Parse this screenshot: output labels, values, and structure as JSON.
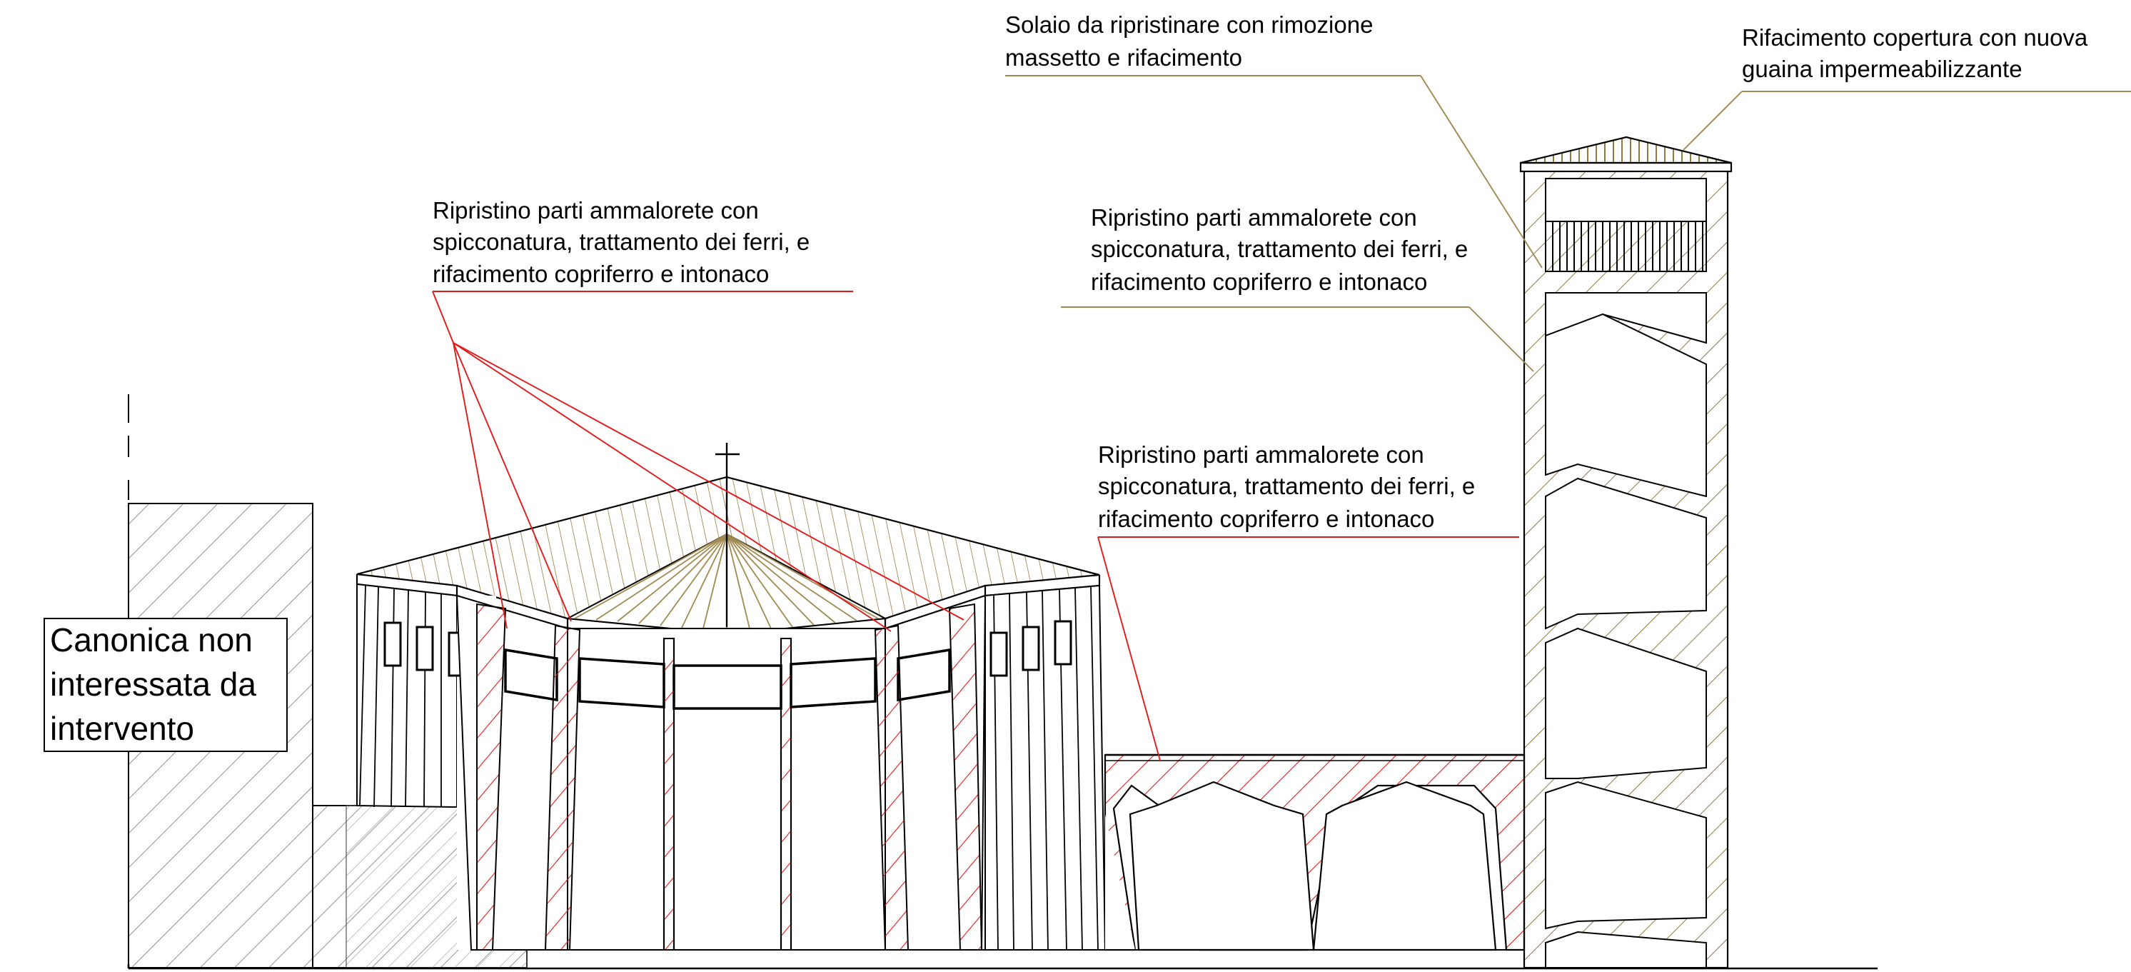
{
  "labels": {
    "canonica_line1": "Canonica non",
    "canonica_line2": "interessata da",
    "canonica_line3": "intervento",
    "note_left": [
      "Ripristino parti ammalorete con",
      "spicconatura, trattamento dei ferri, e",
      "rifacimento copriferro e intonaco"
    ],
    "note_middle": [
      "Ripristino parti ammalorete con",
      "spicconatura, trattamento dei ferri, e",
      "rifacimento copriferro e intonaco"
    ],
    "note_tower": [
      "Ripristino parti ammalorete con",
      "spicconatura, trattamento dei ferri, e",
      "rifacimento copriferro e intonaco"
    ],
    "note_slab": [
      "Solaio da ripristinare con rimozione",
      "massetto e rifacimento"
    ],
    "note_roof": [
      "Rifacimento copertura con nuova",
      "guaina impermeabilizzante"
    ]
  },
  "colors": {
    "outline": "#000000",
    "repair_red": "#e21a1a",
    "roof_hatch": "#a08a50",
    "tower_hatch": "#8e7b44",
    "canonica_hatch": "#777777",
    "background": "#ffffff"
  }
}
